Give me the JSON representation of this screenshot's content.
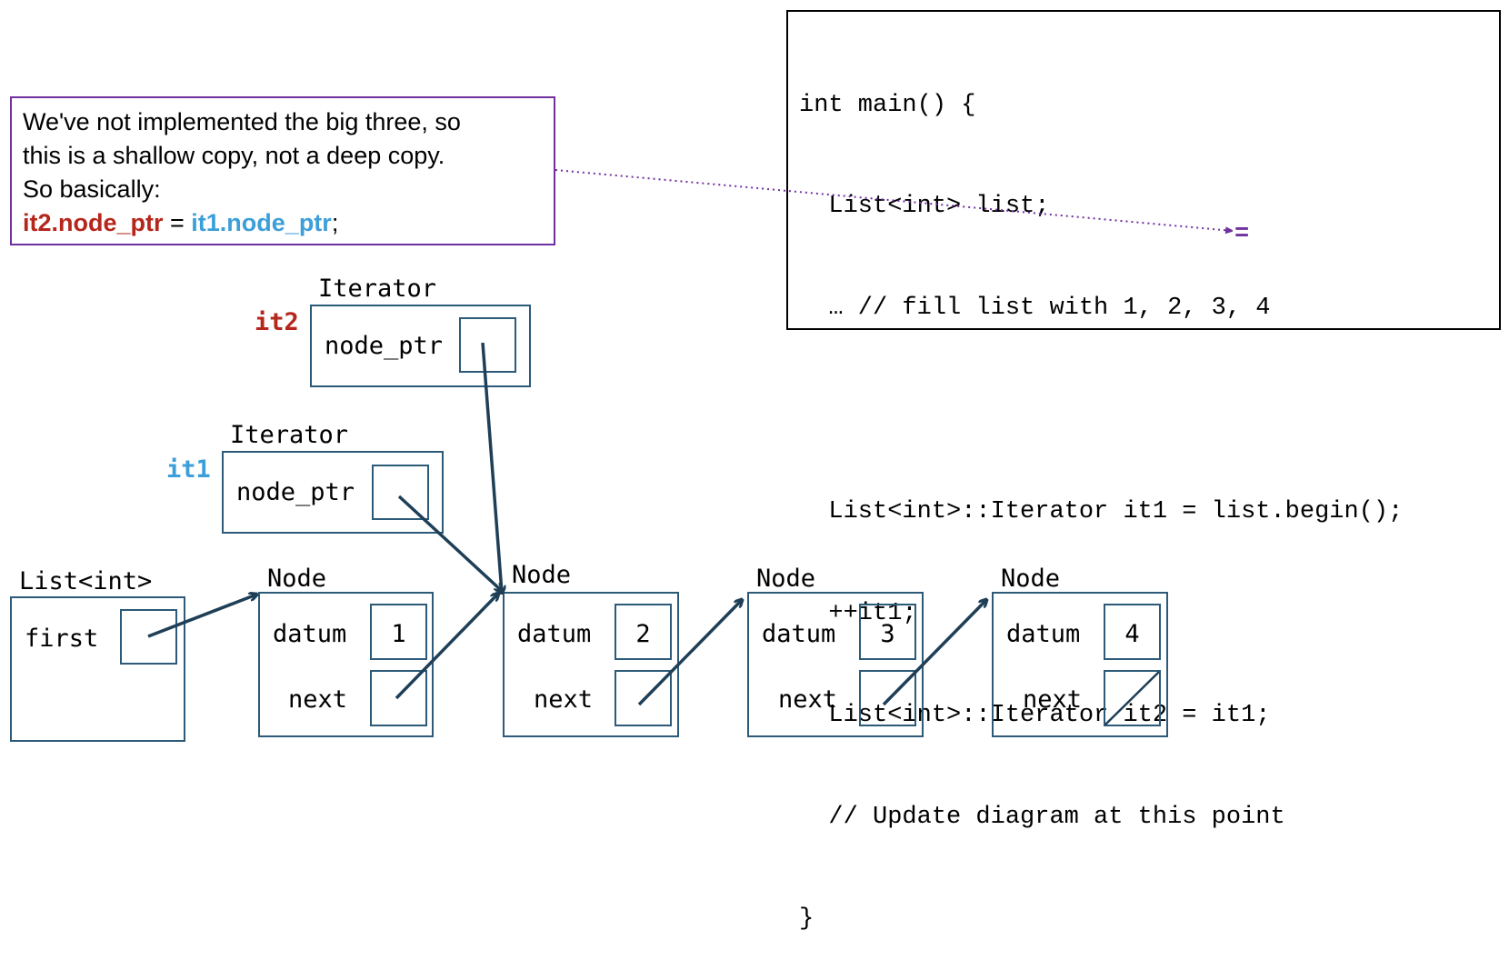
{
  "note": {
    "line1": "We've not implemented the big three, so",
    "line2": "this is a shallow copy, not a deep copy.",
    "line3": "So basically:",
    "lhs": "it2.node_ptr",
    "eq": " = ",
    "rhs": "it1.node_ptr",
    "semi": ";"
  },
  "code": {
    "lines": [
      "int main() {",
      "  List<int> list;",
      "  … // fill list with 1, 2, 3, 4",
      "",
      "  List<int>::Iterator it1 = list.begin();",
      "  ++it1;",
      "  List<int>::Iterator it2 = it1;",
      "  // Update diagram at this point",
      "}"
    ]
  },
  "iterators": [
    {
      "var": "it2",
      "type": "Iterator",
      "field": "node_ptr",
      "var_color": "#b5261c"
    },
    {
      "var": "it1",
      "type": "Iterator",
      "field": "node_ptr",
      "var_color": "#3d9fd9"
    }
  ],
  "list": {
    "type": "List<int>",
    "field": "first"
  },
  "nodes": [
    {
      "type": "Node",
      "datum_label": "datum",
      "next_label": "next",
      "datum": "1"
    },
    {
      "type": "Node",
      "datum_label": "datum",
      "next_label": "next",
      "datum": "2"
    },
    {
      "type": "Node",
      "datum_label": "datum",
      "next_label": "next",
      "datum": "3"
    },
    {
      "type": "Node",
      "datum_label": "datum",
      "next_label": "next",
      "datum": "4"
    }
  ],
  "colors": {
    "box": "#2c5a78",
    "arrow": "#1f3f57",
    "note_border": "#7030a0",
    "it2": "#b5261c",
    "it1": "#3d9fd9"
  }
}
